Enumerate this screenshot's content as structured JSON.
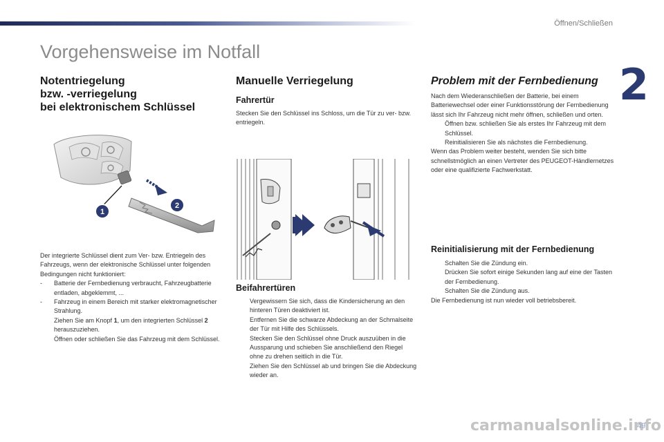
{
  "header": {
    "section_label": "Öffnen/Schließen",
    "chapter_number": "2"
  },
  "page_title": "Vorgehensweise im Notfall",
  "col1": {
    "heading": [
      "Notentriegelung",
      "bzw. -verriegelung",
      "bei elektronischem Schlüssel"
    ],
    "figure_callouts": [
      "1",
      "2"
    ],
    "intro": "Der integrierte Schlüssel dient zum Ver- bzw. Entriegeln des Fahrzeugs, wenn der elektronische Schlüssel unter folgenden Bedingungen nicht funktioniert:",
    "conditions": [
      "Batterie der Fernbedienung verbraucht, Fahrzeugbatterie entladen, abgeklemmt, ...",
      "Fahrzeug in einem Bereich mit starker elektromagnetischer Strahlung."
    ],
    "steps": [
      {
        "pre": "Ziehen Sie am Knopf ",
        "b1": "1",
        "mid": ", um den integrierten Schlüssel ",
        "b2": "2",
        "post": " herauszuziehen."
      },
      {
        "pre": "Öffnen oder schließen Sie das Fahrzeug mit dem Schlüssel.",
        "b1": "",
        "mid": "",
        "b2": "",
        "post": ""
      }
    ],
    "dash": "-",
    "bullet": ""
  },
  "col2": {
    "heading": "Manuelle Verriegelung",
    "sub1": "Fahrertür",
    "sub1_text": "Stecken Sie den Schlüssel ins Schloss, um die Tür zu ver- bzw. entriegeln.",
    "sub2": "Beifahrertüren",
    "sub2_steps": [
      "Vergewissern Sie sich, dass die Kindersicherung an den hinteren Türen deaktiviert ist.",
      "Entfernen Sie die schwarze Abdeckung an der Schmalseite der Tür mit Hilfe des Schlüssels.",
      "Stecken Sie den Schlüssel ohne Druck auszuüben in die Aussparung und schieben Sie anschließend den Riegel ohne zu drehen seitlich in die Tür.",
      "Ziehen Sie den Schlüssel ab und bringen Sie die Abdeckung wieder an."
    ]
  },
  "col3": {
    "heading": "Problem mit der Fernbedienung",
    "text1": "Nach dem Wiederanschließen der Batterie, bei einem Batteriewechsel oder einer Funktionsstörung der Fernbedienung lässt sich Ihr Fahrzeug nicht mehr öffnen, schließen und orten.",
    "steps1": [
      "Öffnen bzw. schließen Sie als erstes Ihr Fahrzeug mit dem Schlüssel.",
      "Reinitialisieren Sie als nächstes die Fernbedienung."
    ],
    "text2": "Wenn das Problem weiter besteht, wenden Sie sich bitte schnellstmöglich an einen Vertreter des PEUGEOT-Händlernetzes oder eine qualifizierte Fachwerkstatt.",
    "sub": "Reinitialisierung mit der Fernbedienung",
    "steps2": [
      "Schalten Sie die Zündung ein.",
      "Drücken Sie sofort einige Sekunden lang auf eine der Tasten der Fernbedienung.",
      "Schalten Sie die Zündung aus."
    ],
    "text3": "Die Fernbedienung ist nun wieder voll betriebsbereit."
  },
  "footer": {
    "page_number": "49",
    "watermark": "carmanualsonline.info"
  }
}
